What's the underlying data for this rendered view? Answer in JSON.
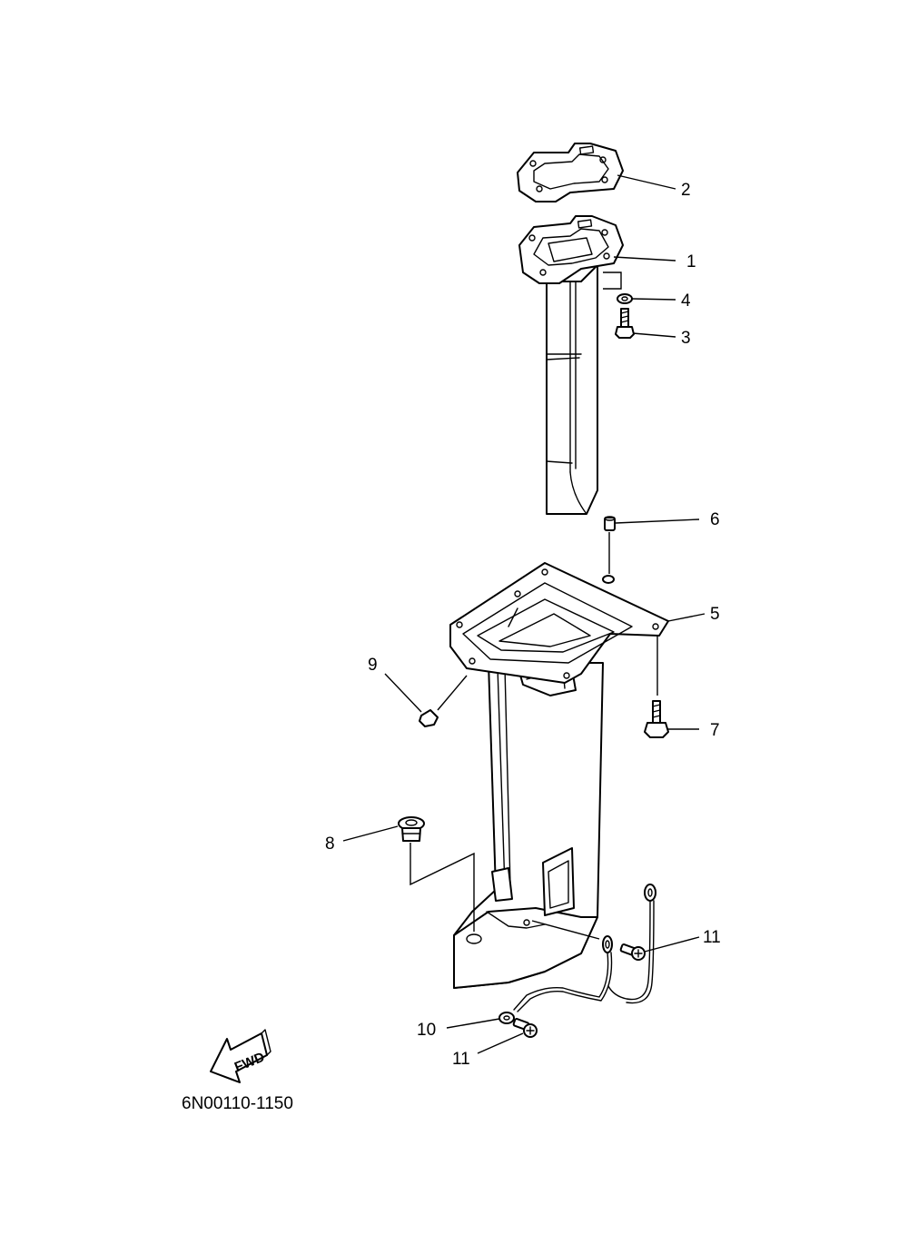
{
  "callouts": {
    "c1": "1",
    "c2": "2",
    "c3": "3",
    "c4": "4",
    "c5": "5",
    "c6": "6",
    "c7": "7",
    "c8": "8",
    "c9": "9",
    "c10": "10",
    "c11a": "11",
    "c11b": "11"
  },
  "fwd_label": "FWD",
  "diagram_code": "6N00110-1150",
  "icons": [
    "fwd-arrow-icon"
  ],
  "colors": {
    "ink": "#000000",
    "paper": "#ffffff"
  }
}
